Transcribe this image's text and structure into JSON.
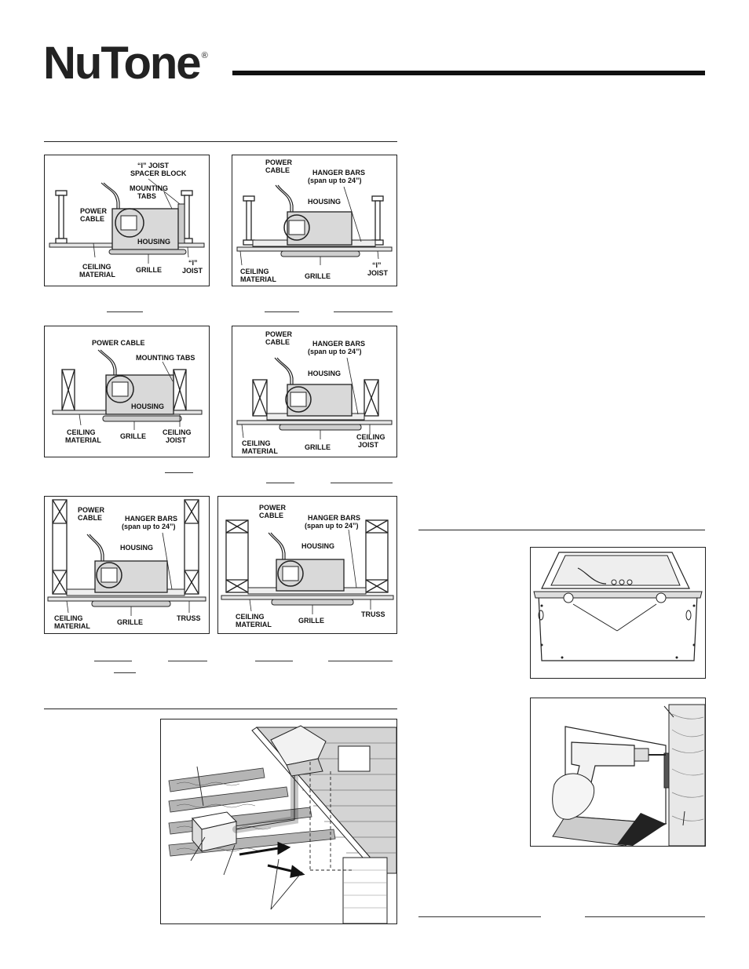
{
  "brand": {
    "name": "NuTone",
    "mark": "®"
  },
  "figures": {
    "fig1": {
      "spacer_block_1": "“I” JOIST",
      "spacer_block_2": "SPACER BLOCK",
      "mounting_tabs_1": "MOUNTING",
      "mounting_tabs_2": "TABS",
      "power_cable_1": "POWER",
      "power_cable_2": "CABLE",
      "housing": "HOUSING",
      "ceiling_1": "CEILING",
      "ceiling_2": "MATERIAL",
      "grille": "GRILLE",
      "joist_1": "“I”",
      "joist_2": "JOIST"
    },
    "fig2": {
      "power_cable_1": "POWER",
      "power_cable_2": "CABLE",
      "hanger_1": "HANGER BARS",
      "hanger_2": "(span up to 24”)",
      "housing": "HOUSING",
      "ceiling_1": "CEILING",
      "ceiling_2": "MATERIAL",
      "grille": "GRILLE",
      "joist_1": "“I”",
      "joist_2": "JOIST"
    },
    "fig3": {
      "power_cable": "POWER CABLE",
      "mounting_tabs": "MOUNTING TABS",
      "housing": "HOUSING",
      "ceiling_1": "CEILING",
      "ceiling_2": "MATERIAL",
      "grille": "GRILLE",
      "joist_1": "CEILING",
      "joist_2": "JOIST"
    },
    "fig4": {
      "power_cable_1": "POWER",
      "power_cable_2": "CABLE",
      "hanger_1": "HANGER BARS",
      "hanger_2": "(span up to 24”)",
      "housing": "HOUSING",
      "ceiling_1": "CEILING",
      "ceiling_2": "MATERIAL",
      "grille": "GRILLE",
      "joist_1": "CEILING",
      "joist_2": "JOIST"
    },
    "fig5": {
      "power_cable_1": "POWER",
      "power_cable_2": "CABLE",
      "hanger_1": "HANGER BARS",
      "hanger_2": "(span up to 24”)",
      "housing": "HOUSING",
      "ceiling_1": "CEILING",
      "ceiling_2": "MATERIAL",
      "grille": "GRILLE",
      "truss": "TRUSS"
    },
    "fig6": {
      "power_cable_1": "POWER",
      "power_cable_2": "CABLE",
      "hanger_1": "HANGER BARS",
      "hanger_2": "(span up to 24”)",
      "housing": "HOUSING",
      "ceiling_1": "CEILING",
      "ceiling_2": "MATERIAL",
      "grille": "GRILLE",
      "truss": "TRUSS"
    }
  }
}
